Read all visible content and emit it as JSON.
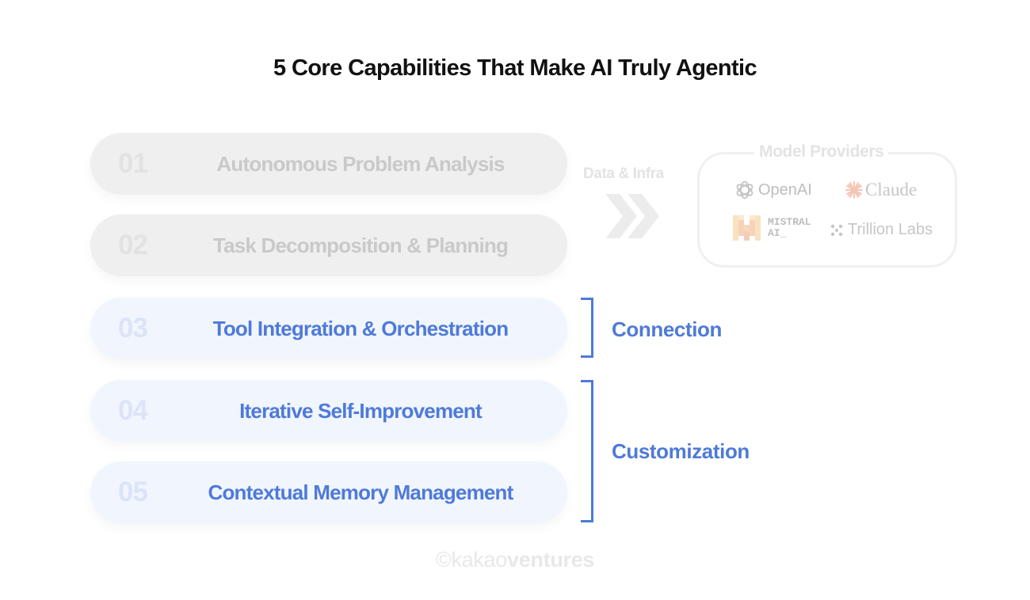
{
  "title": "5 Core Capabilities That Make AI Truly Agentic",
  "capabilities": [
    {
      "num": "01",
      "label": "Autonomous Problem Analysis",
      "state": "dimmed"
    },
    {
      "num": "02",
      "label": "Task Decomposition & Planning",
      "state": "dimmed"
    },
    {
      "num": "03",
      "label": "Tool Integration & Orchestration",
      "state": "highlighted"
    },
    {
      "num": "04",
      "label": "Iterative Self-Improvement",
      "state": "highlighted"
    },
    {
      "num": "05",
      "label": "Contextual Memory Management",
      "state": "highlighted"
    }
  ],
  "groups": [
    {
      "label": "Connection",
      "covers": [
        "03"
      ]
    },
    {
      "label": "Customization",
      "covers": [
        "04",
        "05"
      ]
    }
  ],
  "data_infra": {
    "label": "Data & Infra",
    "icon": "double-chevron-right-icon"
  },
  "model_providers": {
    "title": "Model Providers",
    "logos": [
      {
        "name": "OpenAI",
        "icon": "openai-logo-icon"
      },
      {
        "name": "Claude",
        "icon": "claude-starburst-icon"
      },
      {
        "name_line1": "MISTRAL",
        "name_line2": "AI_",
        "icon": "mistral-logo-icon"
      },
      {
        "name": "Trillion Labs",
        "icon": "trillion-labs-logo-icon"
      }
    ]
  },
  "footer": {
    "prefix": "©kakao",
    "suffix": "ventures"
  },
  "colors": {
    "accent_blue": "#4e7ad9",
    "highlight_pill_bg": "#f1f5fd",
    "dim_pill_bg": "#efefef",
    "dim_text": "#c9c9c9",
    "title_text": "#111111"
  }
}
